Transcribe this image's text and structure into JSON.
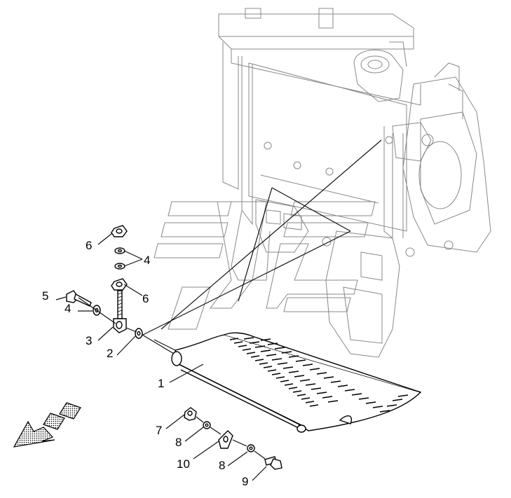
{
  "diagram": {
    "callouts": [
      {
        "id": "c1",
        "label": "1"
      },
      {
        "id": "c2",
        "label": "2"
      },
      {
        "id": "c3",
        "label": "3"
      },
      {
        "id": "c4a",
        "label": "4"
      },
      {
        "id": "c4b",
        "label": "4"
      },
      {
        "id": "c5",
        "label": "5"
      },
      {
        "id": "c6a",
        "label": "6"
      },
      {
        "id": "c6b",
        "label": "6"
      },
      {
        "id": "c7",
        "label": "7"
      },
      {
        "id": "c8a",
        "label": "8"
      },
      {
        "id": "c8b",
        "label": "8"
      },
      {
        "id": "c9",
        "label": "9"
      },
      {
        "id": "c10",
        "label": "10"
      }
    ],
    "colors": {
      "line": "#000000",
      "ghost": "#888888",
      "stipple": "#000000",
      "background": "#ffffff"
    },
    "icons": [
      "direction-arrow-icon",
      "watermark-logo"
    ]
  }
}
